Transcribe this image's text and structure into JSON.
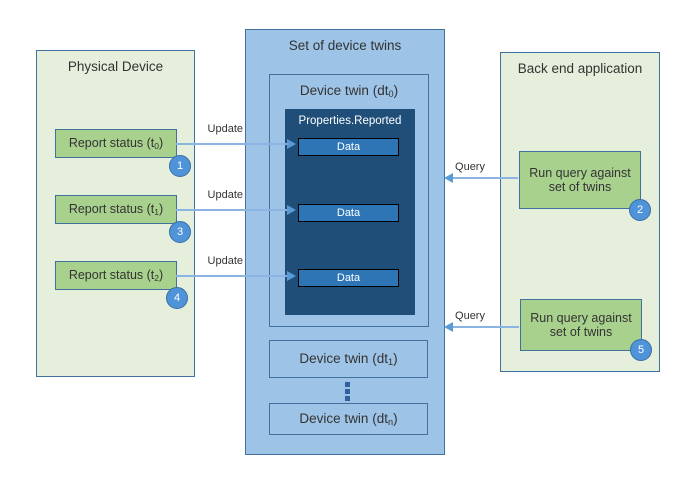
{
  "colors": {
    "light_green": "#e5efdb",
    "green": "#a9d18e",
    "light_blue": "#9dc3e6",
    "navy": "#1f4e79",
    "medium_blue": "#2e75b6",
    "border_blue": "#41719c",
    "arrow_line": "#8ab4e2",
    "arrow_head": "#5b9bd5",
    "badge_fill": "#4f93d8",
    "badge_border": "#3a6ea5",
    "dot_blue": "#2e5f9e"
  },
  "physical": {
    "title": "Physical Device",
    "reports": [
      {
        "pre": "Report status (t",
        "sub": "0",
        "post": ")",
        "badge": "1"
      },
      {
        "pre": "Report status (t",
        "sub": "1",
        "post": ")",
        "badge": "3"
      },
      {
        "pre": "Report status (t",
        "sub": "2",
        "post": ")",
        "badge": "4"
      }
    ]
  },
  "twins": {
    "title": "Set of device twins",
    "dt0": {
      "pre": "Device twin (dt",
      "sub": "0",
      "post": ")"
    },
    "properties_label": "Properties.Reported",
    "data_labels": [
      "Data",
      "Data",
      "Data"
    ],
    "dt1": {
      "pre": "Device twin (dt",
      "sub": "1",
      "post": ")"
    },
    "dtn": {
      "pre": "Device twin (dt",
      "sub": "n",
      "post": ")"
    }
  },
  "backend": {
    "title": "Back end application",
    "queries": [
      {
        "line1": "Run query against",
        "line2": "set of twins",
        "badge": "2"
      },
      {
        "line1": "Run query against",
        "line2": "set of twins",
        "badge": "5"
      }
    ]
  },
  "arrows": {
    "update_labels": [
      "Update",
      "Update",
      "Update"
    ],
    "query_labels": [
      "Query",
      "Query"
    ]
  }
}
